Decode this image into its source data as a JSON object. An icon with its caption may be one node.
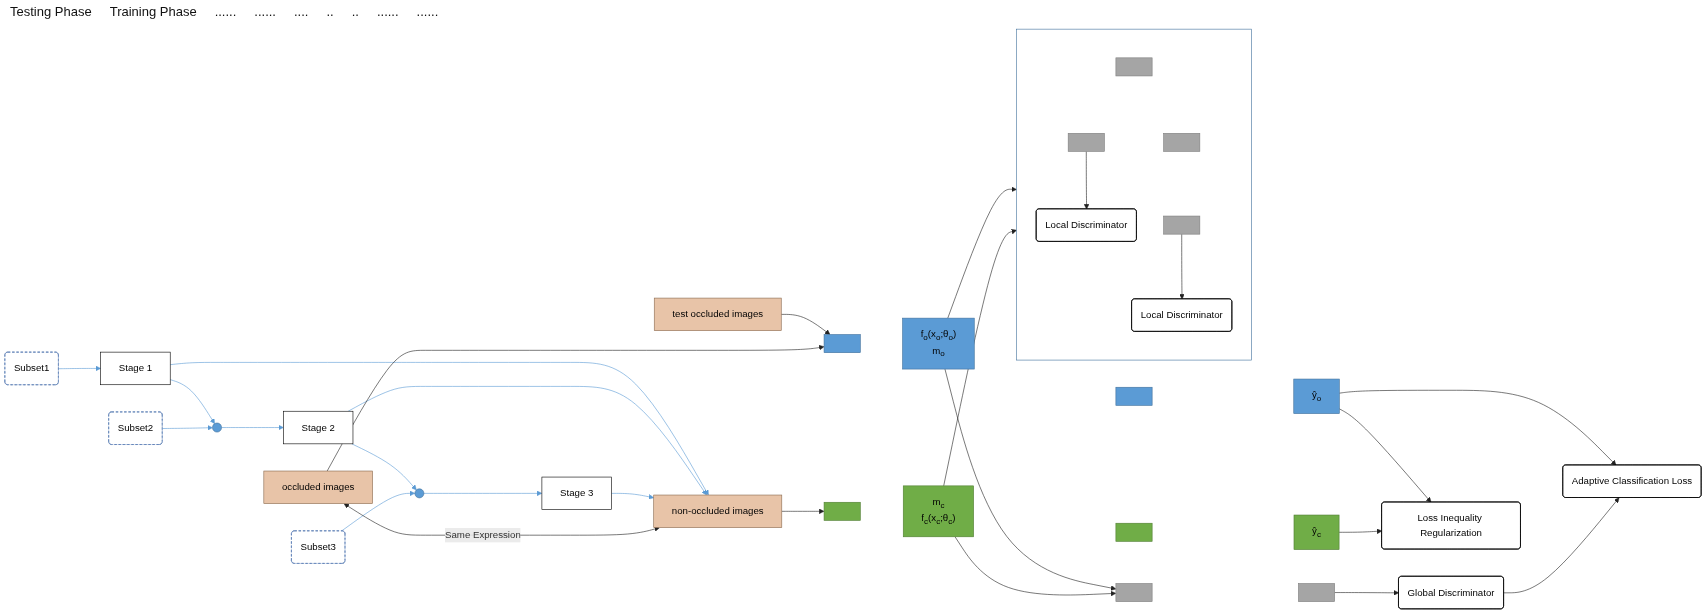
{
  "diagram": {
    "nodes": [
      {
        "text": [
          "Subset1"
        ]
      },
      {
        "text": [
          "Subset2"
        ]
      },
      {
        "text": [
          "Subset3"
        ]
      },
      {
        "text": [
          "Stage 1"
        ]
      },
      {
        "text": [],
        "shape": "circle"
      },
      {
        "text": [
          "Stage 2"
        ]
      },
      {
        "text": [],
        "shape": "circle"
      },
      {
        "text": [
          "Stage 3"
        ]
      },
      {
        "text": [
          "test occluded images"
        ]
      },
      {
        "text": [
          "occluded images"
        ]
      },
      {
        "text": [
          "non-occluded images"
        ]
      },
      {
        "text": [],
        "shape": "bar"
      },
      {
        "text": [
          "f$_{o}$(x$_{o}$;θ$_{o}$)",
          "m$_{o}$"
        ]
      },
      {
        "text": [],
        "shape": "bar"
      },
      {
        "text": [
          "ŷ$_{o}$"
        ]
      },
      {
        "text": [],
        "shape": "bar"
      },
      {
        "text": [
          "m$_{c}$",
          "f$_{c}$(x$_{c}$;θ$_{c}$)"
        ]
      },
      {
        "text": [],
        "shape": "bar"
      },
      {
        "text": [
          "ŷ$_{c}$"
        ]
      },
      {
        "text": [],
        "shape": "bar"
      },
      {
        "text": [],
        "shape": "bar"
      },
      {
        "text": [
          "Global Discriminator"
        ]
      },
      {
        "text": [],
        "shape": "box"
      },
      {
        "text": [],
        "shape": "bar",
        "in": 22
      },
      {
        "text": [],
        "shape": "bar",
        "in": 22
      },
      {
        "text": [
          "Local Discriminator"
        ],
        "in": 22
      },
      {
        "text": [],
        "shape": "bar",
        "in": 22
      },
      {
        "text": [],
        "shape": "bar",
        "in": 22
      },
      {
        "text": [
          "Local Discriminator"
        ],
        "in": 22
      },
      {
        "text": [
          "Adaptive Classification Loss"
        ]
      },
      {
        "text": [
          "Loss Inequality Regularization"
        ]
      }
    ],
    "edges": [
      {
        "from": 0,
        "to": 3,
        "arrow": "to",
        "color": "#5b9bd5"
      },
      {
        "from": 3,
        "to": 4,
        "arrow": "to",
        "color": "#5b9bd5"
      },
      {
        "from": 1,
        "to": 4,
        "arrow": "to",
        "color": "#5b9bd5"
      },
      {
        "from": 4,
        "to": 5,
        "arrow": "to",
        "color": "#5b9bd5"
      },
      {
        "from": 5,
        "to": 6,
        "arrow": "to",
        "color": "#5b9bd5"
      },
      {
        "from": 2,
        "to": 6,
        "arrow": "to",
        "color": "#5b9bd5"
      },
      {
        "from": 6,
        "to": 7,
        "arrow": "to",
        "color": "#5b9bd5"
      },
      {
        "from": 3,
        "to": 10,
        "arrow": "to",
        "color": "#5b9bd5"
      },
      {
        "from": 5,
        "to": 10,
        "arrow": "to",
        "color": "#5b9bd5"
      },
      {
        "from": 7,
        "to": 10,
        "arrow": "to",
        "color": "#5b9bd5"
      },
      {
        "from": 8,
        "to": 11,
        "arrow": "to"
      },
      {
        "from": 9,
        "to": 11,
        "arrow": "to"
      },
      {
        "from": 9,
        "to": 10,
        "arrow": "both",
        "label": "Same Expression"
      },
      {
        "from": 10,
        "to": 15,
        "arrow": "to"
      },
      {
        "from": 12,
        "to": 19,
        "arrow": "to"
      },
      {
        "from": 12,
        "to": 22,
        "arrow": "to"
      },
      {
        "from": 16,
        "to": 19,
        "arrow": "to"
      },
      {
        "from": 16,
        "to": 22,
        "arrow": "to"
      },
      {
        "from": 20,
        "to": 21,
        "arrow": "to"
      },
      {
        "from": 24,
        "to": 25,
        "arrow": "to"
      },
      {
        "from": 27,
        "to": 28,
        "arrow": "to"
      },
      {
        "from": 14,
        "to": 29,
        "arrow": "to"
      },
      {
        "from": 21,
        "to": 29,
        "arrow": "to"
      },
      {
        "from": 14,
        "to": 30,
        "arrow": "to"
      },
      {
        "from": 18,
        "to": 30,
        "arrow": "to"
      }
    ],
    "labels": [
      "Testing Phase",
      "Training Phase",
      "......",
      "......",
      "....",
      "..",
      "..",
      "......",
      "......"
    ]
  }
}
